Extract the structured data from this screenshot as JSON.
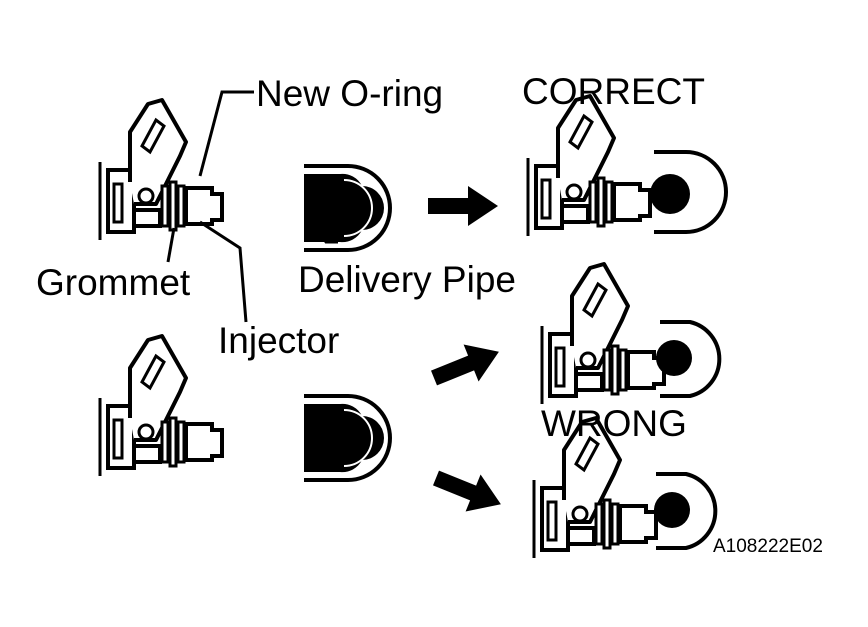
{
  "labels": {
    "new_o_ring": "New O-ring",
    "correct": "CORRECT",
    "grommet": "Grommet",
    "delivery_pipe": "Delivery Pipe",
    "injector": "Injector",
    "wrong": "WRONG",
    "figure_id": "A108222E02"
  },
  "colors": {
    "ink": "#000000",
    "paper": "#ffffff"
  },
  "icons": [
    "injector",
    "delivery-pipe-cap",
    "arrow-right"
  ]
}
